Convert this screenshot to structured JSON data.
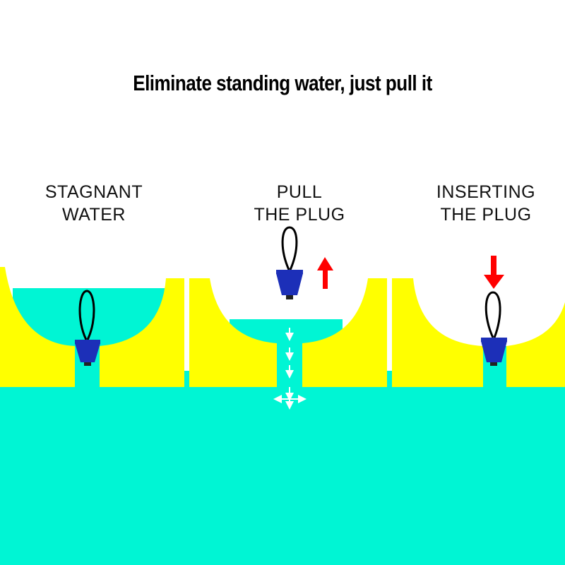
{
  "title": "Eliminate standing water, just pull it",
  "panels": [
    {
      "label_line1": "STAGNANT",
      "label_line2": "WATER"
    },
    {
      "label_line1": "PULL",
      "label_line2": "THE PLUG"
    },
    {
      "label_line1": "INSERTING",
      "label_line2": "THE PLUG"
    }
  ],
  "colors": {
    "water": "#00F5D4",
    "hull": "#FFFF00",
    "plug": "#1C2FB8",
    "arrow": "#FF0000"
  }
}
